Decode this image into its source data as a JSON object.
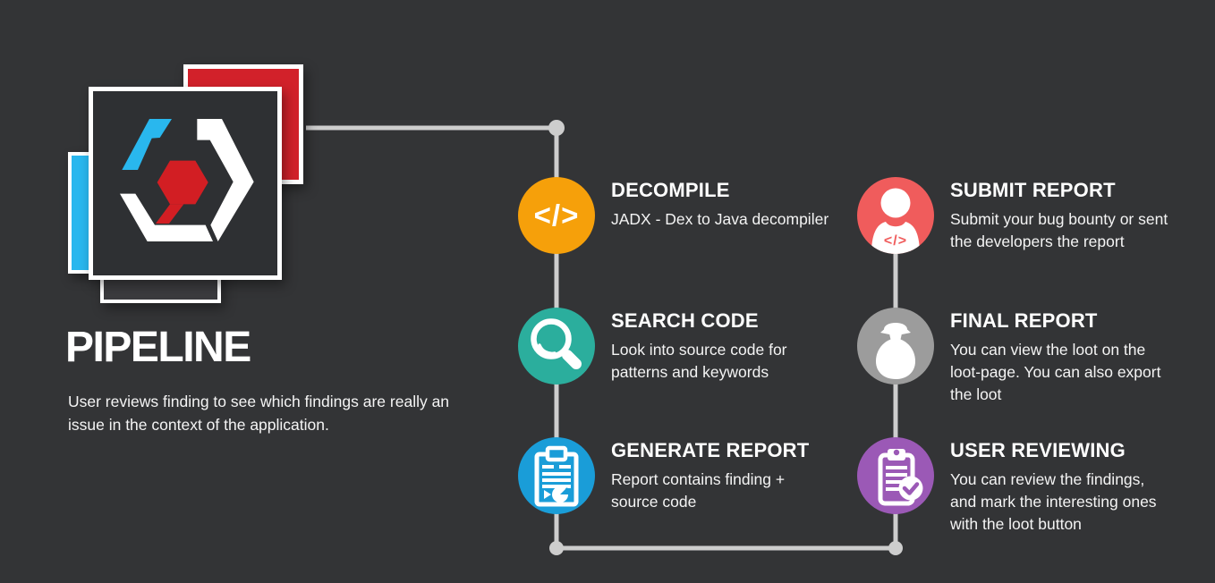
{
  "page": {
    "background": "#333436"
  },
  "header": {
    "title": "PIPELINE",
    "subtitle": "User reviews finding to see which findings are really an\nissue in the context of the application."
  },
  "logo": {
    "red_square": "#D2212A",
    "cyan_bar": "#29B7EE",
    "dark_square": "#2E3033",
    "tray": "#3B3B3E",
    "hex_cyan": "#29B7EE",
    "hex_white": "#FFFFFF",
    "hex_red": "#D21E23"
  },
  "connectors": {
    "color": "#CDCDCD"
  },
  "icons": {
    "code_glyph": "</>"
  },
  "steps": [
    {
      "id": "decompile",
      "title": "DECOMPILE",
      "description": "JADX - Dex to Java decompiler",
      "color": "#F6A00A",
      "icon": "code-icon"
    },
    {
      "id": "search-code",
      "title": "SEARCH CODE",
      "description": "Look into source code for\npatterns and keywords",
      "color": "#2BAE9D",
      "icon": "search-icon"
    },
    {
      "id": "generate-report",
      "title": "GENERATE REPORT",
      "description": "Report contains finding +\nsource code",
      "color": "#1A9DD8",
      "icon": "report-icon"
    },
    {
      "id": "submit-report",
      "title": "SUBMIT REPORT",
      "description": "Submit your bug bounty or sent\nthe developers the report",
      "color": "#F05C5C",
      "icon": "person-code-icon"
    },
    {
      "id": "final-report",
      "title": "FINAL REPORT",
      "description": "You can view the loot on the\nloot-page. You can also export\nthe loot",
      "color": "#9C9C9C",
      "icon": "money-bag-icon"
    },
    {
      "id": "user-reviewing",
      "title": "USER REVIEWING",
      "description": "You can review the findings,\nand mark the interesting ones\nwith the loot button",
      "color": "#9B59B6",
      "icon": "clipboard-check-icon"
    }
  ]
}
